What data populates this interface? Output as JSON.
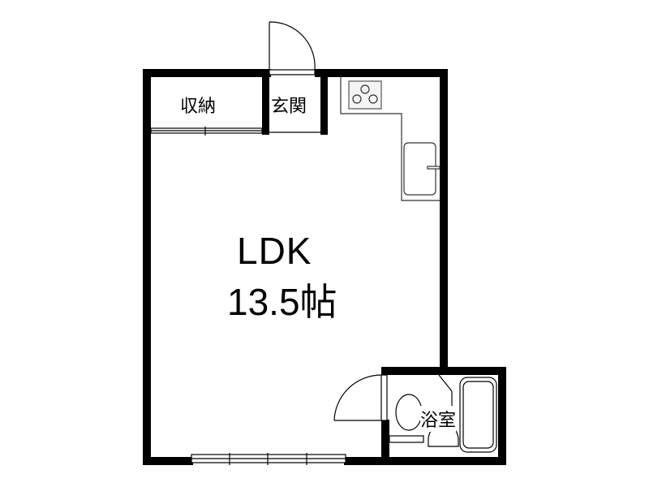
{
  "floorplan": {
    "rooms": {
      "storage": {
        "label": "収納"
      },
      "entrance": {
        "label": "玄関"
      },
      "ldk": {
        "name": "LDK",
        "size": "13.5帖"
      },
      "bathroom": {
        "label": "浴室"
      }
    },
    "fixtures": [
      "stove-3-burner",
      "kitchen-sink",
      "toilet",
      "washbasin",
      "bathtub"
    ],
    "colors": {
      "wall": "#000000",
      "background": "#ffffff",
      "fixture_line": "#333333"
    }
  }
}
